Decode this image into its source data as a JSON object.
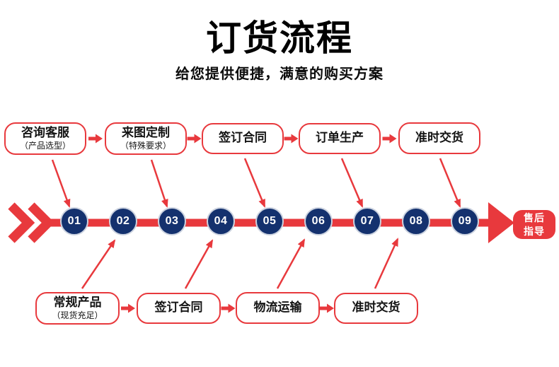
{
  "title": "订货流程",
  "subtitle": "给您提供便捷，满意的购买方案",
  "colors": {
    "accent": "#e8393d",
    "navy": "#14316e"
  },
  "top_row": [
    {
      "label": "咨询客服",
      "note": "（产品选型）"
    },
    {
      "label": "来图定制",
      "note": "（特殊要求）"
    },
    {
      "label": "签订合同",
      "note": ""
    },
    {
      "label": "订单生产",
      "note": ""
    },
    {
      "label": "准时交货",
      "note": ""
    }
  ],
  "bottom_row": [
    {
      "label": "常规产品",
      "note": "（现货充足）"
    },
    {
      "label": "签订合同",
      "note": ""
    },
    {
      "label": "物流运输",
      "note": ""
    },
    {
      "label": "准时交货",
      "note": ""
    }
  ],
  "timeline": {
    "steps": [
      "01",
      "02",
      "03",
      "04",
      "05",
      "06",
      "07",
      "08",
      "09"
    ],
    "end_label": [
      "售后",
      "指导"
    ]
  }
}
